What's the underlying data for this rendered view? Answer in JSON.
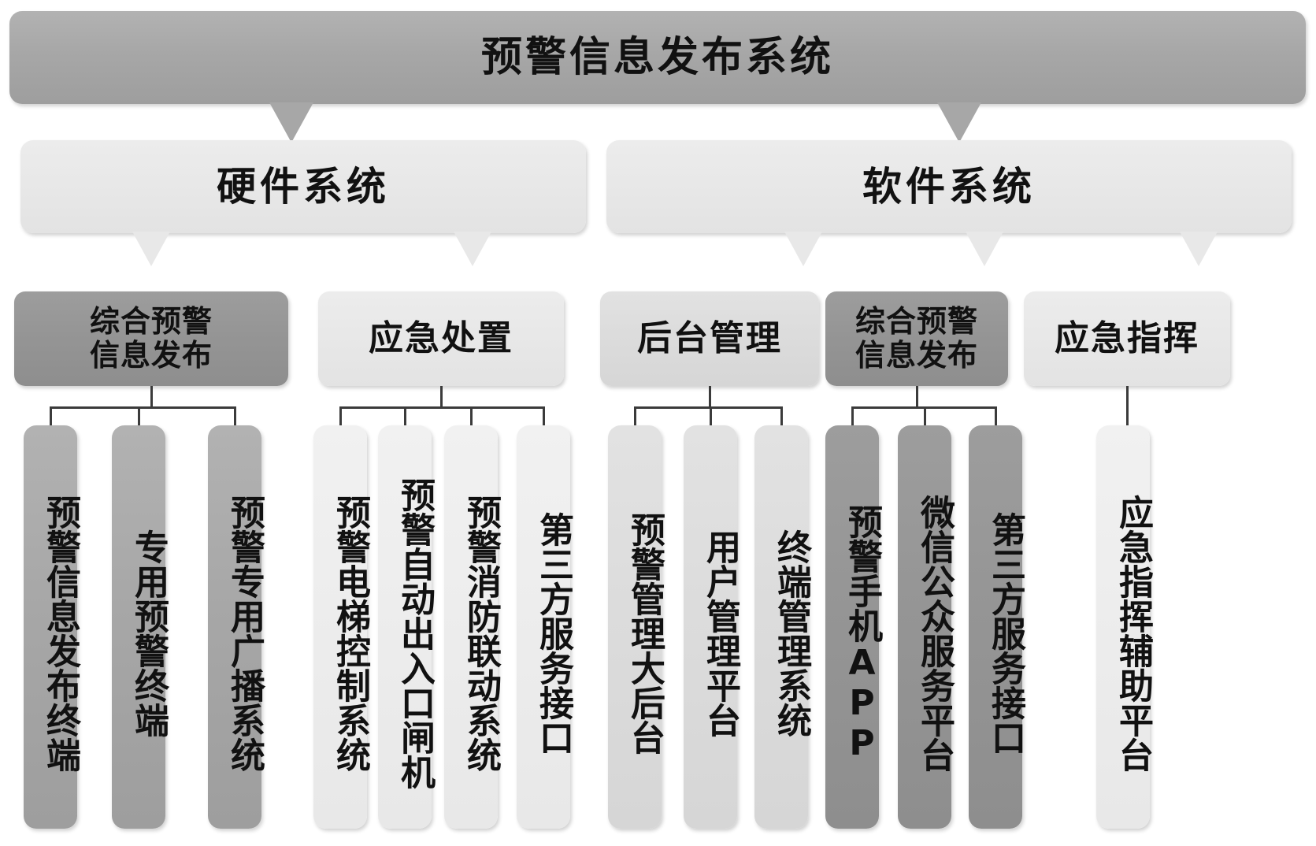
{
  "diagram": {
    "title": "预警信息发布系统",
    "type": "organizational-tree",
    "root": {
      "label": "预警信息发布系统",
      "tone": "dark"
    },
    "level2": [
      {
        "id": "hardware",
        "label": "硬件系统",
        "tone": "lighter"
      },
      {
        "id": "software",
        "label": "软件系统",
        "tone": "lighter"
      }
    ],
    "level3": [
      {
        "id": "hw-publish",
        "parent": "hardware",
        "label": "综合预警\n信息发布",
        "label_lines": [
          "综合预警",
          "信息发布"
        ],
        "tone": "mid"
      },
      {
        "id": "hw-emerg",
        "parent": "hardware",
        "label": "应急处置",
        "label_lines": [
          "应急处置"
        ],
        "tone": "lighter"
      },
      {
        "id": "sw-backend",
        "parent": "software",
        "label": "后台管理",
        "label_lines": [
          "后台管理"
        ],
        "tone": "light"
      },
      {
        "id": "sw-publish",
        "parent": "software",
        "label": "综合预警\n信息发布",
        "label_lines": [
          "综合预警",
          "信息发布"
        ],
        "tone": "mid"
      },
      {
        "id": "sw-command",
        "parent": "software",
        "label": "应急指挥",
        "label_lines": [
          "应急指挥"
        ],
        "tone": "lighter"
      }
    ],
    "level4": [
      {
        "id": "n1",
        "parent": "hw-publish",
        "label": "预警信息发布终端",
        "tone": "dark"
      },
      {
        "id": "n2",
        "parent": "hw-publish",
        "label": "专用预警终端",
        "tone": "dark"
      },
      {
        "id": "n3",
        "parent": "hw-publish",
        "label": "预警专用广播系统",
        "tone": "dark"
      },
      {
        "id": "n4",
        "parent": "hw-emerg",
        "label": "预警电梯控制系统",
        "tone": "pale"
      },
      {
        "id": "n5",
        "parent": "hw-emerg",
        "label": "预警自动出入口闸机",
        "tone": "pale"
      },
      {
        "id": "n6",
        "parent": "hw-emerg",
        "label": "预警消防联动系统",
        "tone": "pale"
      },
      {
        "id": "n7",
        "parent": "hw-emerg",
        "label": "第三方服务接口",
        "tone": "pale"
      },
      {
        "id": "n8",
        "parent": "sw-backend",
        "label": "预警管理大后台",
        "tone": "light"
      },
      {
        "id": "n9",
        "parent": "sw-backend",
        "label": "用户管理平台",
        "tone": "light"
      },
      {
        "id": "n10",
        "parent": "sw-backend",
        "label": "终端管理系统",
        "tone": "light"
      },
      {
        "id": "n11",
        "parent": "sw-publish",
        "label": "预警手机APP",
        "tone": "mid"
      },
      {
        "id": "n12",
        "parent": "sw-publish",
        "label": "微信公众服务平台",
        "tone": "mid"
      },
      {
        "id": "n13",
        "parent": "sw-publish",
        "label": "第三方服务接口",
        "tone": "mid"
      },
      {
        "id": "n14",
        "parent": "sw-command",
        "label": "应急指挥辅助平台",
        "tone": "pale"
      }
    ],
    "colors": {
      "dark": "#a7a7a7",
      "mid": "#959595",
      "light": "#dcdcdc",
      "lighter": "#e8e8e8",
      "pale": "#ededed",
      "connector": "#3b3b3b",
      "text": "#111111",
      "background": "#ffffff"
    }
  }
}
